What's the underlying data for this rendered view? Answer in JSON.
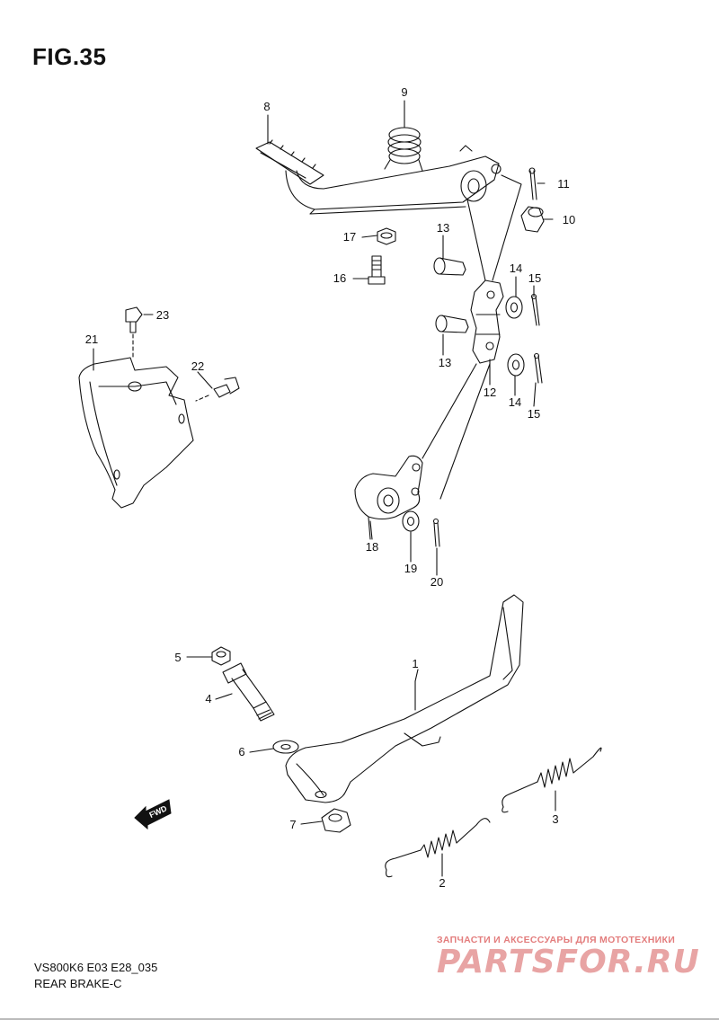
{
  "figure": {
    "title": "FIG.35"
  },
  "callouts": [
    {
      "id": "1",
      "label": "1"
    },
    {
      "id": "2",
      "label": "2"
    },
    {
      "id": "3",
      "label": "3"
    },
    {
      "id": "4",
      "label": "4"
    },
    {
      "id": "5",
      "label": "5"
    },
    {
      "id": "6",
      "label": "6"
    },
    {
      "id": "7",
      "label": "7"
    },
    {
      "id": "8",
      "label": "8"
    },
    {
      "id": "9",
      "label": "9"
    },
    {
      "id": "10",
      "label": "10"
    },
    {
      "id": "11",
      "label": "11"
    },
    {
      "id": "12",
      "label": "12"
    },
    {
      "id": "13a",
      "label": "13"
    },
    {
      "id": "13b",
      "label": "13"
    },
    {
      "id": "14a",
      "label": "14"
    },
    {
      "id": "14b",
      "label": "14"
    },
    {
      "id": "15a",
      "label": "15"
    },
    {
      "id": "15b",
      "label": "15"
    },
    {
      "id": "16",
      "label": "16"
    },
    {
      "id": "17",
      "label": "17"
    },
    {
      "id": "18",
      "label": "18"
    },
    {
      "id": "19",
      "label": "19"
    },
    {
      "id": "20",
      "label": "20"
    },
    {
      "id": "21",
      "label": "21"
    },
    {
      "id": "22",
      "label": "22"
    },
    {
      "id": "23",
      "label": "23"
    }
  ],
  "fwd_label": "FWD",
  "footer": {
    "code": "VS800K6 E03 E28_035",
    "name": "REAR BRAKE-C"
  },
  "watermark": {
    "tagline": "ЗАПЧАСТИ И АКСЕССУАРЫ ДЛЯ МОТОТЕХНИКИ",
    "brand": "PARTSFOR.RU"
  }
}
